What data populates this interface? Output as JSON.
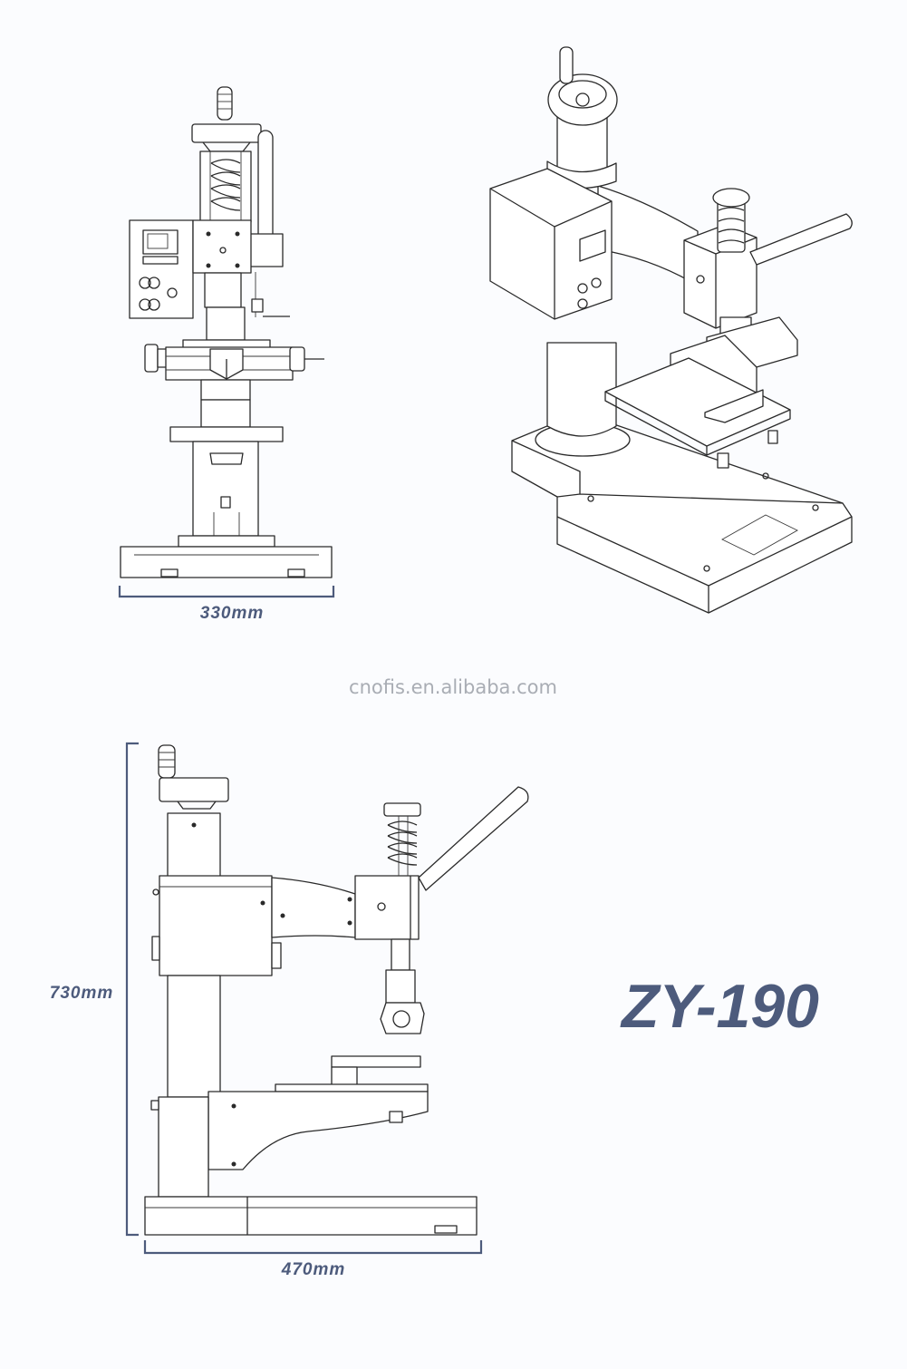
{
  "watermark": "cnofis.en.alibaba.com",
  "model": "ZY-190",
  "dimensions": {
    "front_width": "330mm",
    "side_height": "730mm",
    "side_width": "470mm"
  },
  "colors": {
    "dimension_ink": "#4d5b7c",
    "line_ink": "#2a2a2a",
    "watermark": "#a9adb4",
    "background": "#fbfcfe"
  }
}
